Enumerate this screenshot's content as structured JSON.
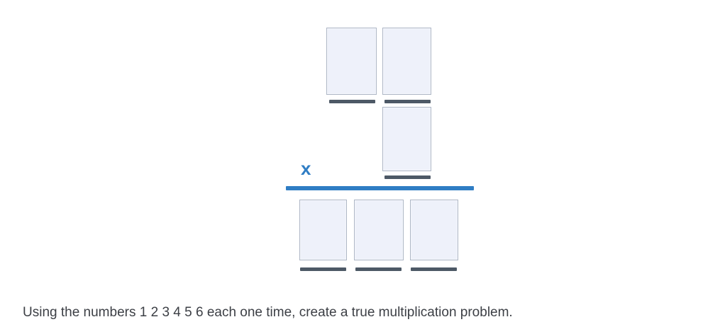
{
  "problem": {
    "type": "multiplication-puzzle",
    "operator_symbol": "x",
    "operator_color": "#2f7dc4",
    "rule_color": "#2f7dc4",
    "slot_fill_color": "#eef1fa",
    "slot_border_color": "#aeb7c6",
    "underline_color": "#4d5966",
    "factor_rows": [
      {
        "name": "first-factor",
        "digits": 2,
        "slots": [
          {
            "label": "first-factor-tens",
            "value": ""
          },
          {
            "label": "first-factor-ones",
            "value": ""
          }
        ]
      },
      {
        "name": "second-factor",
        "digits": 1,
        "slots": [
          {
            "label": "second-factor-ones",
            "value": ""
          }
        ]
      }
    ],
    "product_row": {
      "name": "product",
      "digits": 3,
      "slots": [
        {
          "label": "product-hundreds",
          "value": ""
        },
        {
          "label": "product-tens",
          "value": ""
        },
        {
          "label": "product-ones",
          "value": ""
        }
      ]
    }
  },
  "caption": {
    "text": "Using the numbers 1 2 3 4 5 6 each one time, create a true multiplication problem.",
    "available_digits": [
      1,
      2,
      3,
      4,
      5,
      6
    ]
  }
}
